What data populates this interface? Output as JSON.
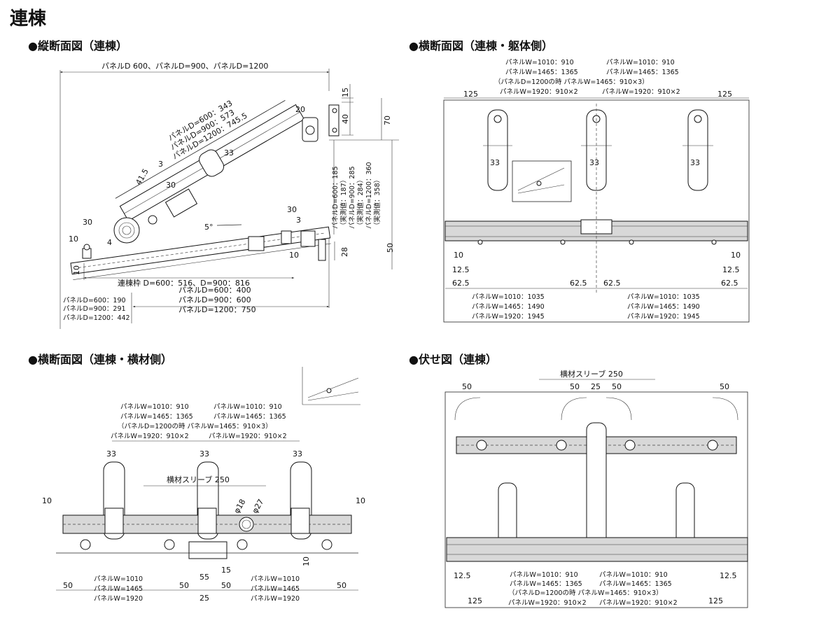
{
  "page_title": "連棟",
  "sections": {
    "vertical": {
      "heading": "●縦断面図（連棟）",
      "top_dim": "パネルD 600、パネルD=900、パネルD=1200",
      "diag_dims": [
        "パネルD=600：343",
        "パネルD=900：573",
        "パネルD=1200：745.5"
      ],
      "dim_33": "33",
      "dim_41_5": "41.5",
      "dim_3a": "3",
      "dim_30a": "30",
      "dim_20": "20",
      "dim_15": "15",
      "dim_40": "40",
      "dim_70": "70",
      "dim_30_left": "30",
      "dim_10_left": "10",
      "dim_4": "4",
      "dim_10_bottom": "10",
      "angle": "5°",
      "dim_30_right": "30",
      "dim_3_right": "3",
      "dim_10_right": "10",
      "dim_28": "28",
      "dim_50": "50",
      "vert_dims": [
        "パネルD=600：185",
        "（実測値：187）",
        "パネルD=900：285",
        "（実測値：284）",
        "パネルD=1200：360",
        "（実測値：358）"
      ],
      "frame_dim": "連棟枠 D=600：516、D=900：816",
      "span_dims": [
        "パネルD=600：400",
        "パネルD=900：600",
        "パネルD=1200：750"
      ],
      "left_dims": [
        "パネルD=600：190",
        "パネルD=900：291",
        "パネルD=1200：442"
      ]
    },
    "cross_body": {
      "heading": "●横断面図（連棟・躯体側）",
      "top_left": [
        "パネルW=1010：910",
        "パネルW=1465：1365",
        "（パネルD=1200の時 パネルW=1465：910×3）",
        "パネルW=1920：910×2"
      ],
      "top_right": [
        "パネルW=1010：910",
        "パネルW=1465：1365",
        "パネルW=1920：910×2"
      ],
      "dim_125_left": "125",
      "dim_125_right": "125",
      "dim_33": "33",
      "dim_10": "10",
      "dim_12_5": "12.5",
      "dim_62_5": "62.5",
      "bottom_left": [
        "パネルW=1010：1035",
        "パネルW=1465：1490",
        "パネルW=1920：1945"
      ],
      "bottom_right": [
        "パネルW=1010：1035",
        "パネルW=1465：1490",
        "パネルW=1920：1945"
      ]
    },
    "cross_beam": {
      "heading": "●横断面図（連棟・横材側）",
      "top_left": [
        "パネルW=1010：910",
        "パネルW=1465：1365",
        "（パネルD=1200の時 パネルW=1465：910×3）",
        "パネルW=1920：910×2"
      ],
      "top_right": [
        "パネルW=1010：910",
        "パネルW=1465：1365",
        "パネルW=1920：910×2"
      ],
      "dim_33": "33",
      "sleeve": "横材スリーブ 250",
      "dim_10": "10",
      "phi18": "φ18",
      "phi27": "φ27",
      "dim_15": "15",
      "dim_55": "55",
      "dim_50": "50",
      "dim_25": "25",
      "bottom_left": [
        "パネルW=1010",
        "パネルW=1465",
        "パネルW=1920"
      ],
      "bottom_right": [
        "パネルW=1010",
        "パネルW=1465",
        "パネルW=1920"
      ]
    },
    "plan": {
      "heading": "●伏せ図（連棟）",
      "sleeve": "横材スリーブ 250",
      "dim_50": "50",
      "dim_25": "25",
      "dim_12_5": "12.5",
      "dim_125": "125",
      "bottom_left": [
        "パネルW=1010：910",
        "パネルW=1465：1365",
        "（パネルD=1200の時 パネルW=1465：910×3）",
        "パネルW=1920：910×2"
      ],
      "bottom_right": [
        "パネルW=1010：910",
        "パネルW=1465：1365",
        "パネルW=1920：910×2"
      ]
    }
  }
}
